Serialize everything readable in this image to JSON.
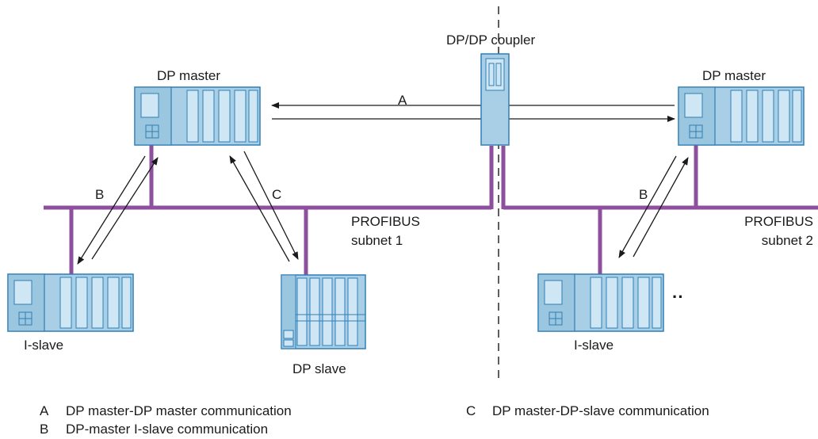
{
  "labels": {
    "coupler": "DP/DP coupler",
    "master_left": "DP master",
    "master_right": "DP master",
    "islave_left": "I-slave",
    "islave_right": "I-slave",
    "dp_slave": "DP slave",
    "subnet1_line1": "PROFIBUS",
    "subnet1_line2": "subnet 1",
    "subnet2_line1": "PROFIBUS",
    "subnet2_line2": "subnet 2",
    "link_a": "A",
    "link_b_left": "B",
    "link_b_right": "B",
    "link_c": "C",
    "more": "··"
  },
  "legend": [
    {
      "key": "A",
      "text": "DP master-DP master communication"
    },
    {
      "key": "B",
      "text": "DP-master I-slave communication"
    },
    {
      "key": "C",
      "text": "DP master-DP-slave communication"
    }
  ],
  "colors": {
    "bus": "#8e4f9e",
    "device_fill": "#a9cfe6",
    "device_stroke": "#2f7fb5",
    "module_fill": "#cfe6f4"
  }
}
